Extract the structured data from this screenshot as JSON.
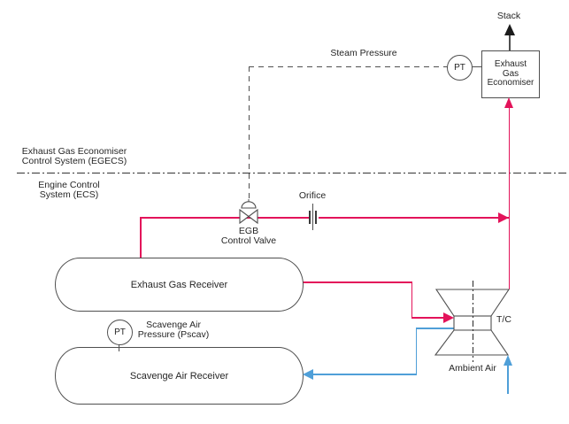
{
  "colors": {
    "line_red": "#e3135a",
    "line_blue": "#4f9fd8",
    "line_dark": "#4f4f4f",
    "arrow_black": "#1c1c1c",
    "text": "#262626"
  },
  "zones": {
    "egecs_line1": "Exhaust Gas Economiser",
    "egecs_line2": "Control System (EGECS)",
    "ecs_line1": "Engine Control",
    "ecs_line2": "System (ECS)"
  },
  "signals": {
    "steam_pressure_label": "Steam Pressure",
    "steam_pt": "PT",
    "scav_pt": "PT",
    "scav_pressure_line1": "Scavenge Air",
    "scav_pressure_line2": "Pressure (Pscav)"
  },
  "equipment": {
    "stack_label": "Stack",
    "economiser_line1": "Exhaust",
    "economiser_line2": "Gas",
    "economiser_line3": "Economiser",
    "egb_valve_line1": "EGB",
    "egb_valve_line2": "Control Valve",
    "orifice_label": "Orifice",
    "exhaust_gas_receiver_label": "Exhaust Gas Receiver",
    "scavenge_air_receiver_label": "Scavenge Air Receiver",
    "turbocharger_label": "T/C",
    "ambient_air_label": "Ambient Air"
  }
}
